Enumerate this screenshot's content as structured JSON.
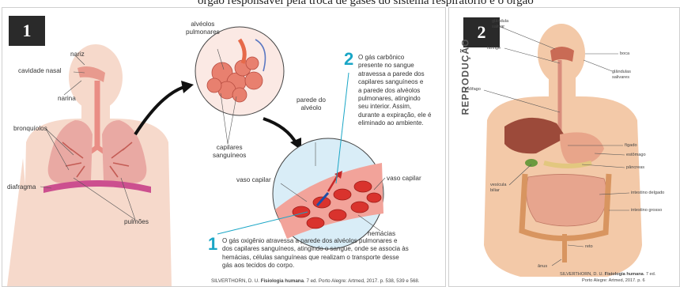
{
  "header_fragment": "órgão responsável pela troca de gases do sistema respiratório e o órgão",
  "panel1": {
    "number": "1",
    "labels": {
      "nariz": "nariz",
      "cavidade_nasal": "cavidade nasal",
      "narina": "narina",
      "bronquiolos": "bronquíolos",
      "diafragma": "diafragma",
      "pulmoes": "pulmões",
      "alveolos": "alvéolos\npulmonares",
      "capilares": "capilares\nsanguíneos",
      "parede_alveolo": "parede do\nalvéolo",
      "vaso_capilar_left": "vaso capilar",
      "vaso_capilar_right": "vaso capilar",
      "hemacias": "hemácias"
    },
    "step2_number": "2",
    "step2_text": "O gás carbônico\npresente no sangue\natravessa a parede dos\ncapilares sanguíneos e\na parede dos alvéolos\npulmonares, atingindo\nseu interior. Assim,\ndurante a expiração, ele é\neliminado ao ambiente.",
    "step1_number": "1",
    "step1_text": "O gás oxigênio atravessa a parede dos alvéolos pulmonares e\ndos capilares sanguíneos, atingindo o sangue, onde se associa às\nhemácias, células sanguíneas que realizam o transporte desse\ngás aos tecidos do corpo.",
    "citation_pre": "SILVERTHORN, D. U. ",
    "citation_bold": "Fisiologia humana",
    "citation_post": ". 7 ed. Porto Alegre: Artmed, 2017. p. 538, 539 e 568."
  },
  "panel2": {
    "number": "2",
    "side_text": "REPRODUÇÃO",
    "labels": {
      "glandula": "glândula\nsalivar",
      "faringe": "faringe",
      "boca": "boca",
      "glandulas_salivares": "glândulas\nsalivares",
      "esofago": "esôfago",
      "figado": "fígado",
      "estomago": "estômago",
      "pancreas": "pâncreas",
      "vesicula": "vesícula\nbiliar",
      "intestino_delgado": "intestino delgado",
      "intestino_grosso": "intestino grosso",
      "reto": "reto",
      "anus": "ânus"
    },
    "citation_line1_pre": "SILVERTHORN, D. U. ",
    "citation_line1_bold": "Fisiologia humana",
    "citation_line1_post": ". 7 ed.",
    "citation_line2": "Porto Alegre: Artmed, 2017. p. 6"
  }
}
